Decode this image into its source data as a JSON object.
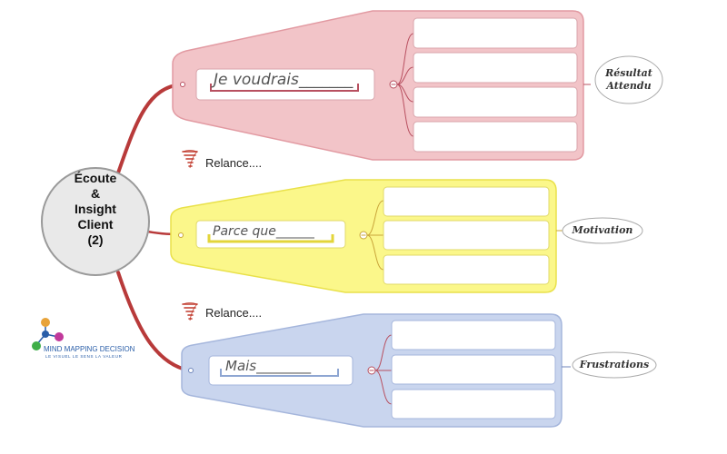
{
  "central_topic": {
    "line1": "Écoute",
    "line2": "&",
    "line3": "Insight",
    "line4": "Client",
    "line5": "(2)"
  },
  "branches": [
    {
      "topic": "Je voudrais_______",
      "tag": "Résultat\nAttendu",
      "tag_line1": "Résultat",
      "tag_line2": "Attendu",
      "color": "#f2c4c8",
      "border": "#e29aa2",
      "accent": "#b85060",
      "subtopic_count": 4
    },
    {
      "topic": "Parce que______",
      "tag": "Motivation",
      "color": "#fbf78a",
      "border": "#e9e14a",
      "accent": "#e3d53a",
      "subtopic_count": 3
    },
    {
      "topic": "Mais________",
      "tag": "Frustrations",
      "color": "#c9d5ee",
      "border": "#a5b6dc",
      "accent": "#8ea6d2",
      "subtopic_count": 3
    }
  ],
  "relance_labels": [
    "Relance....",
    "Relance...."
  ],
  "logo": {
    "title": "MIND MAPPING DECISION",
    "subtitle": "LE VISUEL LE SENS LA VALEUR"
  },
  "colors": {
    "connector": "#b83a3a",
    "center_fill": "#e9e9e9",
    "center_border": "#9a9a9a"
  }
}
